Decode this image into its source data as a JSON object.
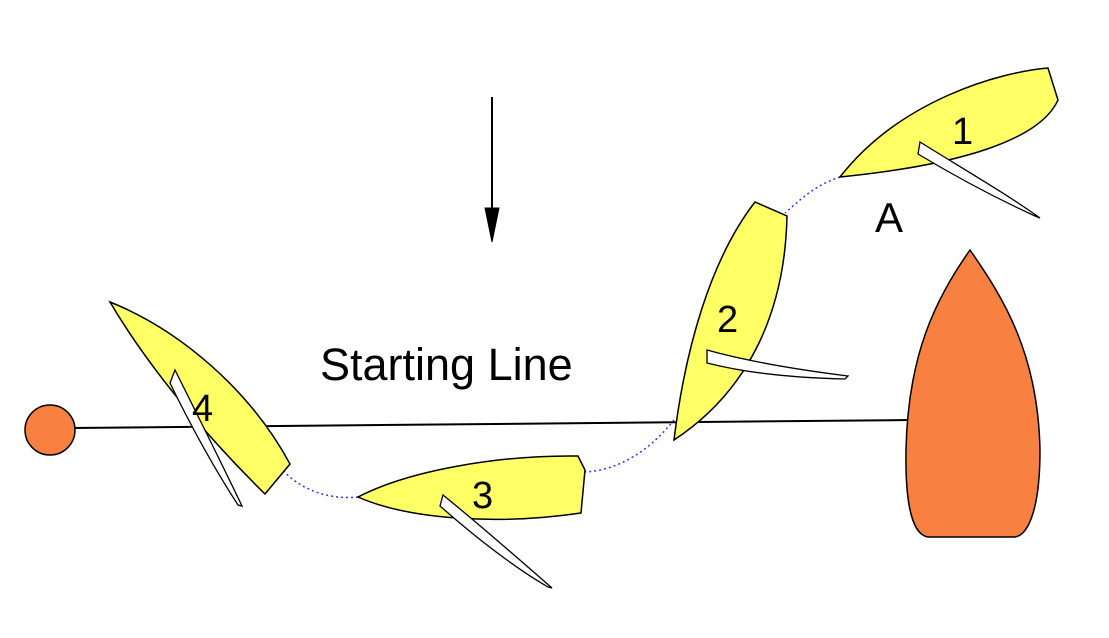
{
  "title": "Starting Line",
  "position_label": "A",
  "wind_arrow": "down-arrow",
  "boats": [
    {
      "number": "1",
      "color": "#ffff66"
    },
    {
      "number": "2",
      "color": "#ffff66"
    },
    {
      "number": "3",
      "color": "#ffff66"
    },
    {
      "number": "4",
      "color": "#ffff66"
    }
  ],
  "marks": {
    "pin_buoy_color": "#f88040",
    "committee_boat_color": "#f88040"
  },
  "colors": {
    "outline": "#000000",
    "path": "#3333ff",
    "sail": "#ffffff"
  }
}
